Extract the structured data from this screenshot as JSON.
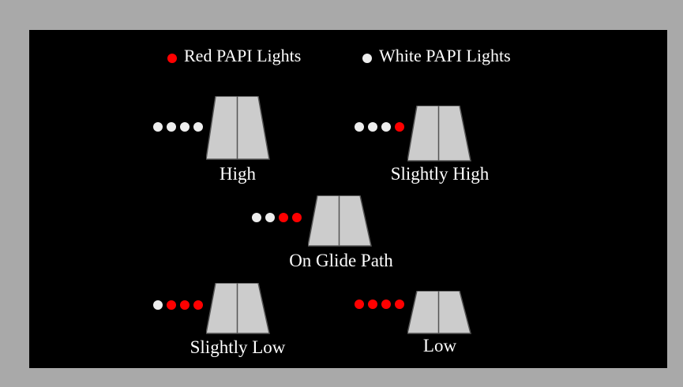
{
  "colors": {
    "frame": "#a9a9a9",
    "background": "#000000",
    "red_light": "#ff0000",
    "white_light": "#eeeeee",
    "runway_fill": "#cccccc",
    "runway_stroke": "#555555",
    "text": "#ffffff"
  },
  "legend": {
    "red_label": "Red PAPI Lights",
    "white_label": "White PAPI Lights"
  },
  "states": [
    {
      "id": "high",
      "label": "High",
      "lights": [
        "white",
        "white",
        "white",
        "white"
      ]
    },
    {
      "id": "slightly-high",
      "label": "Slightly High",
      "lights": [
        "white",
        "white",
        "white",
        "red"
      ]
    },
    {
      "id": "on-glide-path",
      "label": "On Glide Path",
      "lights": [
        "white",
        "white",
        "red",
        "red"
      ]
    },
    {
      "id": "slightly-low",
      "label": "Slightly Low",
      "lights": [
        "white",
        "red",
        "red",
        "red"
      ]
    },
    {
      "id": "low",
      "label": "Low",
      "lights": [
        "red",
        "red",
        "red",
        "red"
      ]
    }
  ]
}
